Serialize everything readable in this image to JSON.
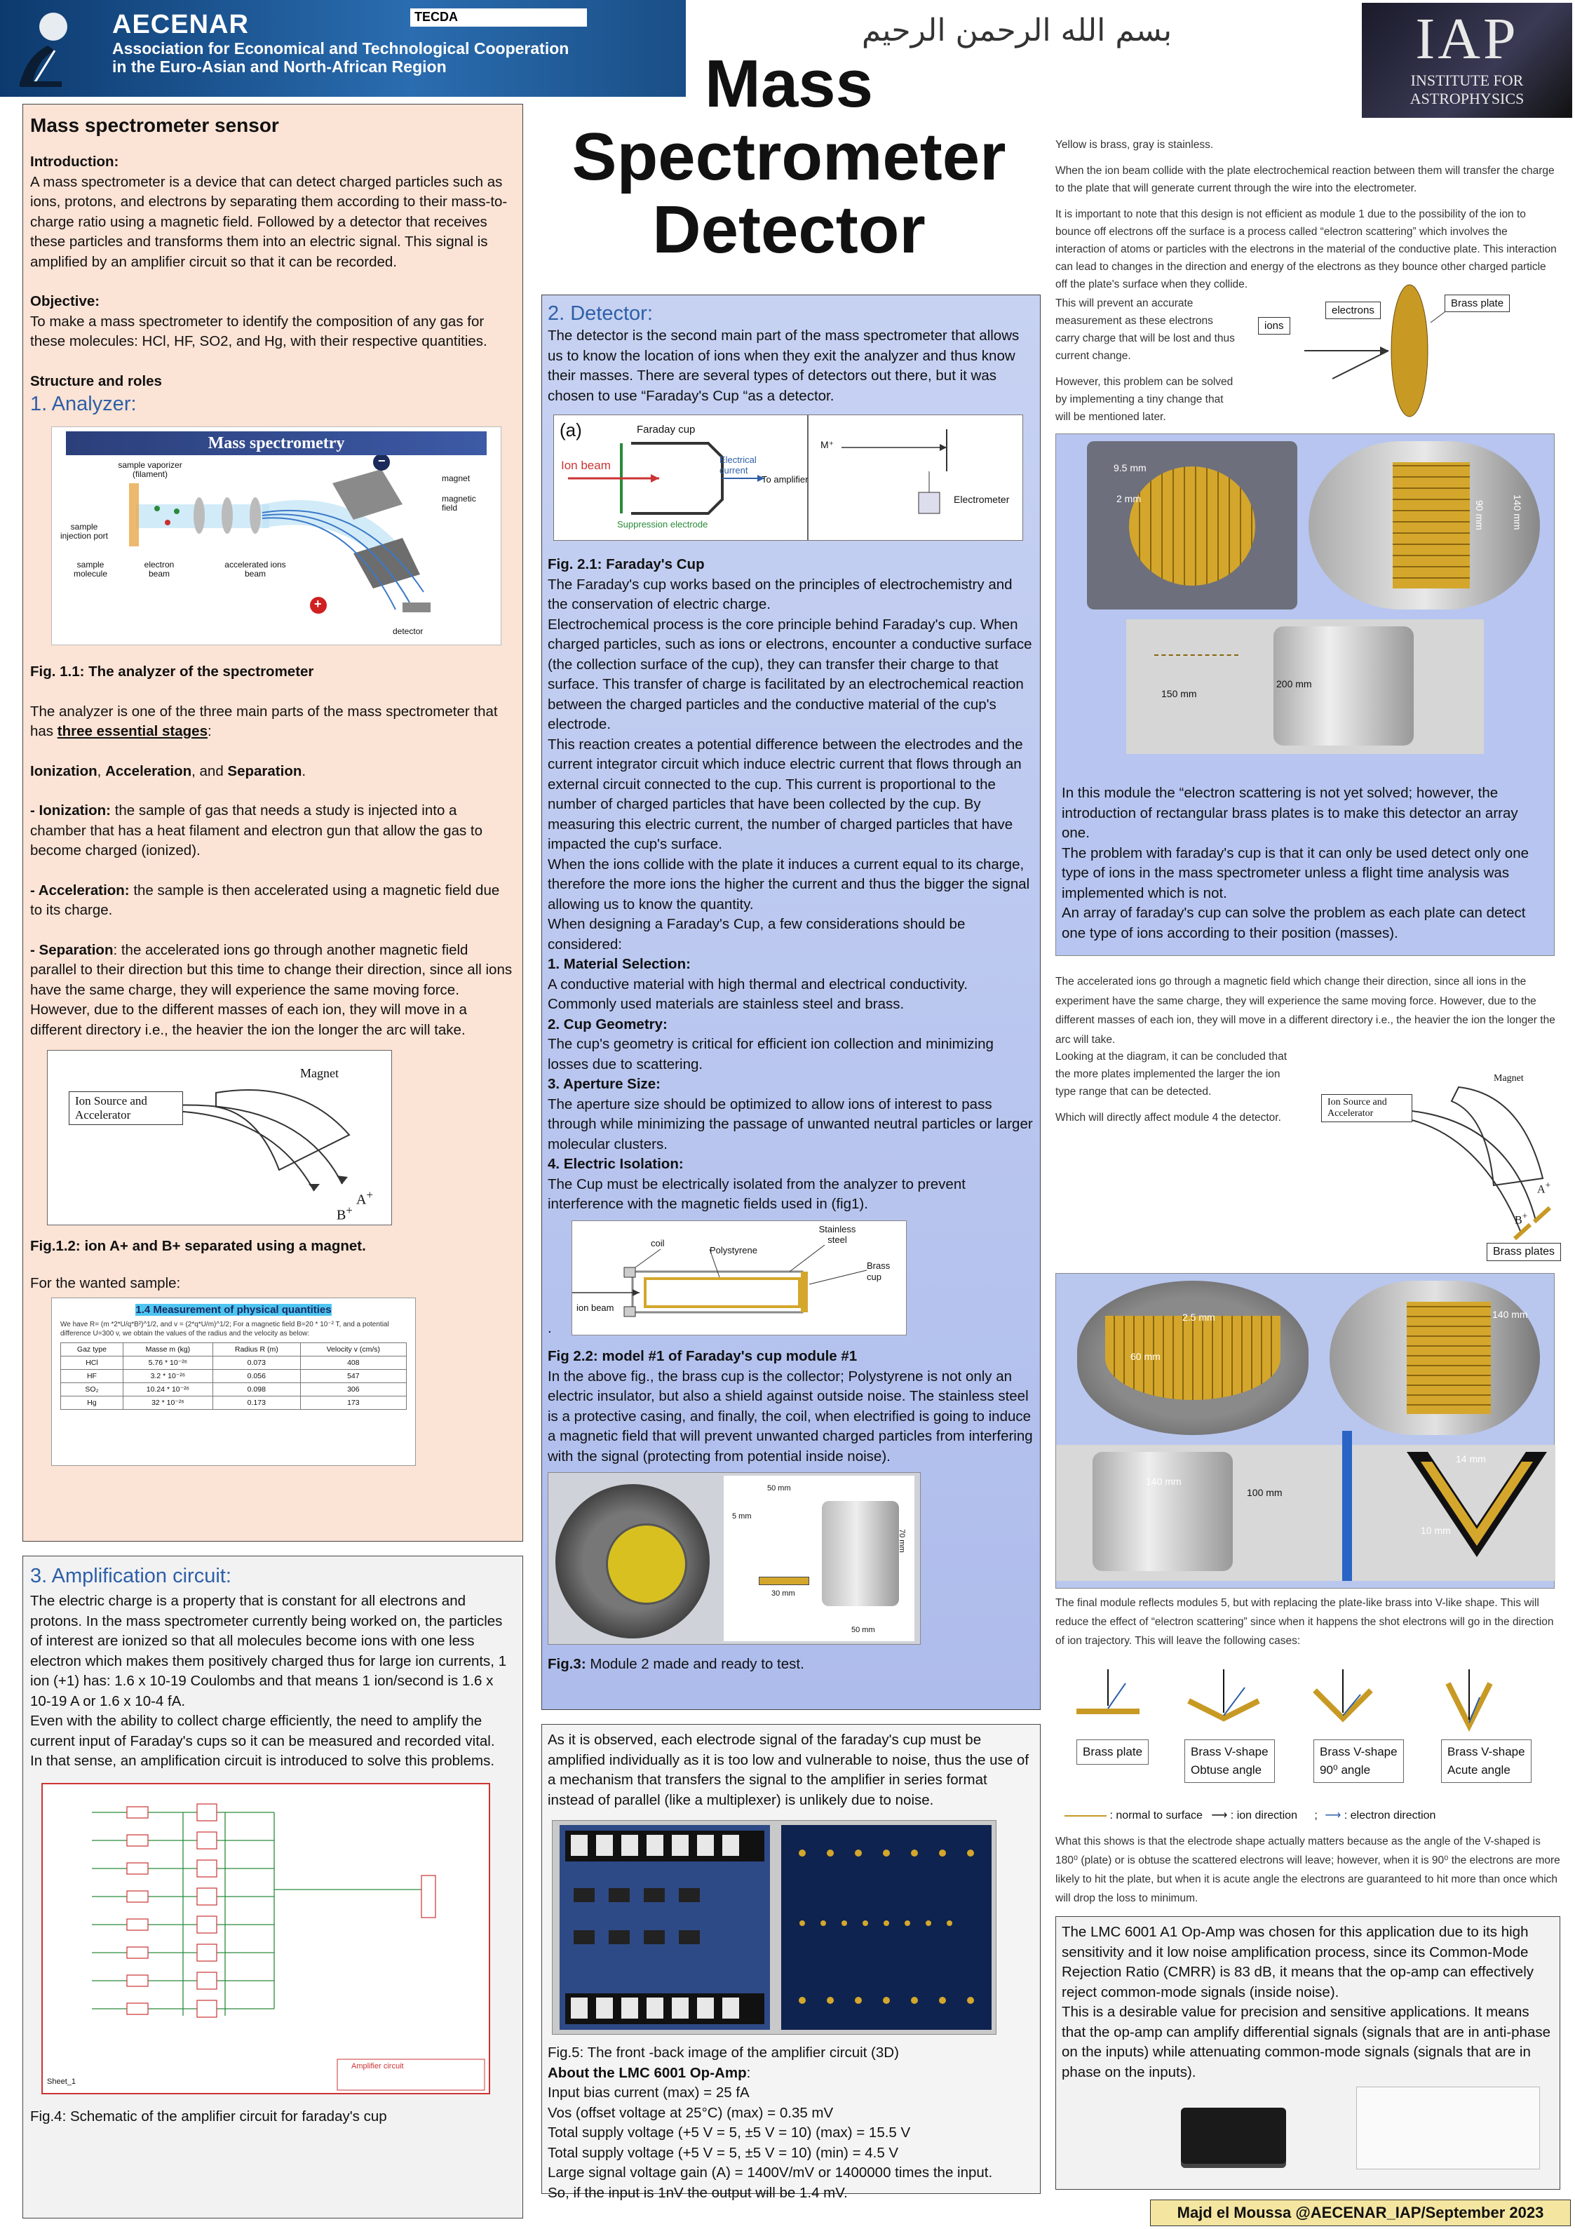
{
  "header": {
    "org_name": "AECENAR",
    "org_full_line1": "Association for Economical and Technological Cooperation",
    "org_full_line2": "in the Euro-Asian and North-African Region",
    "tag": "TECDA",
    "title_line1": "Mass",
    "title_line2": "Spectrometer",
    "title_line3": "Detector",
    "iap_big": "IAP",
    "iap_line1": "INSTITUTE FOR",
    "iap_line2": "ASTROPHYSICS",
    "bismillah": "بسم الله الرحمن الرحيم"
  },
  "col1": {
    "heading": "Mass spectrometer sensor",
    "intro_label": "Introduction:",
    "intro_text": "A mass spectrometer is a device that can detect charged particles such as ions, protons, and electrons by separating them according to their mass-to-charge ratio using a magnetic field. Followed by a detector that receives these particles and transforms them into an electric signal. This signal is amplified by an amplifier circuit so that it can be recorded.",
    "objective_label": "Objective:",
    "objective_text": "To make a mass spectrometer to identify the composition of any gas for these molecules: HCl, HF, SO2, and Hg, with their respective quantities.",
    "structure_label": "Structure and roles",
    "analyzer_heading": "1.  Analyzer:",
    "fig1_title": "Mass spectrometry",
    "fig1_labels": {
      "vaporizer": "sample vaporizer (filament)",
      "injection": "sample injection port",
      "molecule": "sample molecule",
      "electron": "electron beam",
      "accel": "accelerated ions beam",
      "magnet": "magnet",
      "field": "magnetic field",
      "detector": "detector",
      "minus": "−",
      "plus": "+"
    },
    "fig1_caption": "Fig. 1.1: The analyzer of the spectrometer",
    "analyzer_p1": "The analyzer is one of the three main parts of the mass spectrometer that has ",
    "analyzer_p1_em": "three essential stages",
    "analyzer_p1_end": ":",
    "stages_a": "Ionization",
    "stages_b": ", ",
    "stages_c": "Acceleration",
    "stages_d": ", and ",
    "stages_e": "Separation",
    "stages_f": ".",
    "ion_label": "- Ionization:",
    "ion_text": " the sample of gas that needs a study is injected into a chamber that has a heat filament and electron gun that allow the gas to become charged (ionized).",
    "acc_label": "- Acceleration:",
    "acc_text": " the sample is then accelerated using a magnetic field due to its charge.",
    "sep_label": "- Separation",
    "sep_text": ": the accelerated ions go through another magnetic field parallel to their direction but this time to change their direction, since all ions have the same charge, they will experience the same moving force. However, due to the different masses of each ion, they will move in a different directory i.e., the heavier the ion the longer the arc will take.",
    "fig12_source": "Ion Source and Accelerator",
    "fig12_magnet": "Magnet",
    "fig12_a": "A",
    "fig12_b": "B",
    "fig12_caption": "Fig.1.2: ion A+ and B+ separated using a magnet.",
    "wanted_sample": "For the wanted sample:",
    "table_title": "1.4 Measurement of physical quantities",
    "table_intro": "We have R= (m *2*U/q*B²)^1/2, and v = (2*q*U/m)^1/2; For a magnetic field B=20 * 10⁻² T, and a potential difference U=300 v, we obtain the values of the radius and the velocity as below:",
    "table_headers": [
      "Gaz type",
      "Masse m (kg)",
      "Radius R (m)",
      "Velocity v (cm/s)"
    ],
    "table_rows": [
      [
        "HCl",
        "5.76 * 10⁻²⁶",
        "0.073",
        "408"
      ],
      [
        "HF",
        "3.2 * 10⁻²⁶",
        "0.056",
        "547"
      ],
      [
        "SO₂",
        "10.24 * 10⁻²⁶",
        "0.098",
        "306"
      ],
      [
        "Hg",
        "32 * 10⁻²⁶",
        "0.173",
        "173"
      ]
    ]
  },
  "amplification": {
    "heading": "3. Amplification circuit:",
    "text": " The electric charge is a property that is constant for all electrons and protons. In the mass spectrometer currently being worked on, the particles of interest are ionized so that all molecules become ions with one less electron which makes them positively charged thus for large ion currents, 1 ion (+1) has: 1.6 x 10-19 Coulombs and that means 1 ion/second is 1.6 x 10-19 A or 1.6 x 10-4 fA.\nEven with the ability to collect charge efficiently, the need to amplify the current input of Faraday's cups so it can be measured and recorded vital.\nIn that sense,  an amplification circuit is introduced to solve this problems.",
    "schematic_sheet": "Sheet_1",
    "schematic_title": "Amplifier circuit",
    "fig4_caption": "Fig.4: Schematic of the amplifier circuit for faraday's cup"
  },
  "detector": {
    "heading": "2. Detector:",
    "intro": "The detector is the second main part of the mass spectrometer that allows us to know the location of ions when they exit the analyzer and thus know their masses. There are several types of detectors out there, but it was chosen to use “Faraday's Cup “as a detector.",
    "fig21_a": "(a)",
    "fig21_cup": "Faraday cup",
    "fig21_ion": "Ion beam",
    "fig21_current": "Electrical current",
    "fig21_supp": "Suppression electrode",
    "fig21_amp": "To amplifier",
    "fig21_m": "M⁺",
    "fig21_electrometer": "Electrometer",
    "fig21_caption": "Fig. 2.1: Faraday's Cup",
    "body": " The Faraday's cup works based on the principles of electrochemistry and the conservation of electric charge.\nElectrochemical process is the core principle behind Faraday's cup. When charged particles, such as ions or electrons, encounter a conductive surface (the collection surface of the cup), they can transfer their charge to that surface. This transfer of charge is facilitated by an electrochemical reaction between the charged particles and the conductive material of the cup's electrode.\nThis reaction creates a potential difference between the electrodes and the current integrator circuit which induce electric current that flows through an external circuit connected to the cup. This current is proportional to the number of charged particles that have been collected by the cup. By measuring this electric current, the number of charged particles that have impacted the cup's surface.\nWhen the ions collide with the plate it induces a current equal to its charge, therefore the more ions the higher the current and thus the bigger the signal allowing us to know the quantity.\nWhen designing a Faraday's Cup, a few considerations should be considered:",
    "c1_label": "1. Material Selection:",
    "c1_text": "A conductive material with high thermal and electrical conductivity. Commonly used materials are stainless steel and brass.",
    "c2_label": "2. Cup Geometry:",
    "c2_text": "The cup's geometry is critical for efficient ion collection and minimizing losses due to scattering.",
    "c3_label": "3. Aperture Size:",
    "c3_text": "The aperture size should be optimized to allow ions of interest to pass through while minimizing the passage of unwanted neutral particles or larger molecular clusters.",
    "c4_label": "4. Electric Isolation:",
    "c4_text": "The Cup must be electrically isolated from the analyzer to prevent interference with the magnetic fields used in (fig1).",
    "fig22_coil": "coil",
    "fig22_poly": "Polystyrene",
    "fig22_steel": "Stainless steel",
    "fig22_brass": "Brass cup",
    "fig22_ion": "ion beam",
    "fig22_dot": ".",
    "fig22_caption": "Fig 2.2: model #1 of Faraday's cup module #1",
    "fig22_text": "In the above fig., the brass cup is the collector; Polystyrene is not only an electric insulator, but also a shield against outside noise. The stainless steel is a protective casing, and finally, the coil, when electrified is going to induce a magnetic field that will prevent unwanted charged particles from interfering with the signal (protecting from potential inside noise).",
    "fig3_dims": [
      "50 mm",
      "5 mm",
      "70 mm",
      "30 mm",
      "50 mm"
    ],
    "fig3_caption_label": "Fig.3:",
    "fig3_caption_text": " Module 2 made and ready to test."
  },
  "col2_bottom": {
    "text": "As it is observed, each electrode signal of the faraday's cup must be amplified individually as it is too low and vulnerable to noise, thus the use of a mechanism that transfers the signal to the amplifier in series format instead of parallel (like a multiplexer) is unlikely due to noise.",
    "fig5_caption": "Fig.5: The front -back image of the amplifier circuit (3D)",
    "opamp_label": "About the LMC 6001 Op-Amp",
    "opamp_colon": ":",
    "specs": [
      "Input bias current (max) = 25 fA",
      "Vos (offset voltage at 25°C) (max) = 0.35 mV",
      "Total supply voltage (+5 V = 5, ±5 V = 10) (max) = 15.5 V",
      "Total supply voltage (+5 V = 5, ±5 V = 10) (min) = 4.5 V",
      "Large signal voltage gain (A) = 1400V/mV or 1400000 times the input.",
      "So, if the input is 1nV the output will be 1.4 mV."
    ]
  },
  "col3": {
    "note1": "Yellow is brass, gray is stainless.",
    "note2": "When the ion beam collide with the plate electrochemical reaction between them will transfer the charge to the plate that will generate current through the wire into the electrometer.",
    "note3": "It is important to note that this design is not efficient as module 1 due to the possibility of the ion to bounce off electrons off the surface is a process called “electron scattering” which involves the interaction of atoms or particles with the electrons in the material of the conductive plate. This interaction can lead to changes in the direction and energy of the electrons as they bounce other charged particle off the plate's surface when they collide.",
    "note4": "This will prevent an accurate measurement as these electrons carry charge that will be lost and thus current change.",
    "note5": "However, this problem can be solved by implementing a tiny change that will be mentioned later.",
    "lbl_electrons": "electrons",
    "lbl_brass": "Brass plate",
    "lbl_ions": "ions",
    "cad1_dims": [
      "9.5 mm",
      "2 mm",
      "90 mm",
      "140 mm"
    ],
    "cad2_dims": [
      "150 mm",
      "200 mm"
    ],
    "module_text": "In this module the “electron scattering is not yet solved; however, the introduction of rectangular brass plates is to make this detector an array one.\nThe problem with faraday's cup is that it can only be used detect only one type of ions in the mass spectrometer unless a flight time analysis was implemented which is not.\nAn array of faraday's cup can solve the problem as each plate can detect one type of ions according to their position (masses).",
    "accel_text": "The accelerated ions go through a magnetic field which change their direction, since all ions in the experiment have the same charge, they will experience the same moving force. However, due to the different masses of each ion, they will move in a different directory i.e., the heavier the ion the longer the arc will take.",
    "diagram_text": "Looking at the diagram, it can be concluded that the more plates implemented the larger the ion type range that can be detected.",
    "affect_text": "Which will directly affect module 4 the detector.",
    "diag_source": "Ion Source and Accelerator",
    "diag_magnet": "Magnet",
    "diag_a": "A",
    "diag_b": "B",
    "diag_plates": "Brass plates",
    "cad3_dims": [
      "2.5 mm",
      "60 mm",
      "140 mm"
    ],
    "cad4_dims": [
      "140 mm",
      "100 mm",
      "14 mm",
      "10 mm"
    ],
    "final_text": "The final module reflects modules 5, but with replacing the plate-like brass into V-like shape. This will reduce the effect of “electron scattering” since when it happens the shot electrons will go in the direction of ion trajectory. This will leave the following cases:",
    "cases": [
      {
        "l1": "Brass plate",
        "l2": ""
      },
      {
        "l1": "Brass V-shape",
        "l2": "Obtuse angle"
      },
      {
        "l1": "Brass V-shape",
        "l2": "90⁰ angle"
      },
      {
        "l1": "Brass V-shape",
        "l2": "Acute angle"
      }
    ],
    "legend_normal": ": normal to surface",
    "legend_ion": ": ion direction",
    "legend_sep": ";",
    "legend_electron": ": electron direction",
    "shape_text": "What this shows is that the electrode shape actually matters because as the angle of the V-shaped is 180⁰ (plate) or is obtuse the scattered electrons will leave; however, when it is 90⁰ the electrons are more likely to hit the plate, but when it is acute angle the electrons are guaranteed to hit more than once which will drop the loss to minimum.",
    "lmc_text": "The LMC 6001 A1 Op-Amp was chosen for this application due to its high sensitivity and it low noise amplification process, since its Common-Mode Rejection Ratio (CMRR) is 83 dB, it means that the op-amp can effectively reject common-mode signals (inside noise).\nThis is a desirable value for precision and sensitive applications. It means that the op-amp can amplify differential signals (signals that are in anti-phase on the inputs) while attenuating common-mode signals (signals that are in phase on the inputs)."
  },
  "footer": {
    "credit": "Majd el Moussa @AECENAR_IAP/September  2023"
  },
  "colors": {
    "header_blue": "#1a4e86",
    "panel_peach": "#fbe3d5",
    "detector_blue": "#b6c4ef",
    "brass": "#d4a72c",
    "heading_blue": "#2e5fa8"
  }
}
